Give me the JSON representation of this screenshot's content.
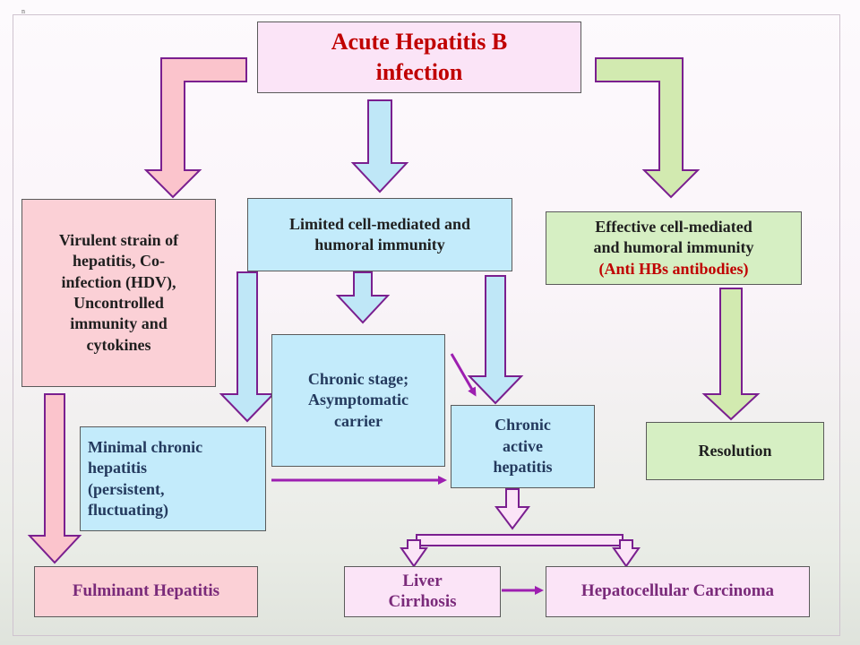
{
  "slide": {
    "corner_mark": "n",
    "title": {
      "line1": "Acute Hepatitis B",
      "line2": "infection"
    },
    "boxes": {
      "virulent": {
        "lines": [
          "Virulent strain of",
          "hepatitis, Co-",
          "infection (HDV),",
          "Uncontrolled",
          "immunity and",
          "cytokines"
        ]
      },
      "limited": {
        "lines": [
          "Limited cell-mediated and",
          "humoral immunity"
        ]
      },
      "effective": {
        "lines": [
          "Effective cell-mediated",
          "and humoral immunity"
        ],
        "note": "(Anti HBs antibodies)"
      },
      "chronic_stage": {
        "lines": [
          "Chronic stage;",
          "Asymptomatic",
          "carrier"
        ]
      },
      "chronic_active": {
        "lines": [
          "Chronic",
          "active",
          "hepatitis"
        ]
      },
      "minimal": {
        "lines": [
          "Minimal chronic",
          "hepatitis",
          "(persistent,",
          "fluctuating)"
        ]
      },
      "resolution": {
        "label": "Resolution"
      },
      "fulminant": {
        "label": "Fulminant Hepatitis"
      },
      "cirrhosis": {
        "lines": [
          "Liver",
          "Cirrhosis"
        ]
      },
      "hcc": {
        "label": "Hepatocellular Carcinoma"
      }
    }
  },
  "colors": {
    "pink": "#fbd0d6",
    "blue": "#c3ebfb",
    "green": "#d6efc3",
    "lavender": "#fbe4f7",
    "arrow_border": "#7a1f8f",
    "connector": "#9d1fb0",
    "title_text": "#c00000"
  }
}
